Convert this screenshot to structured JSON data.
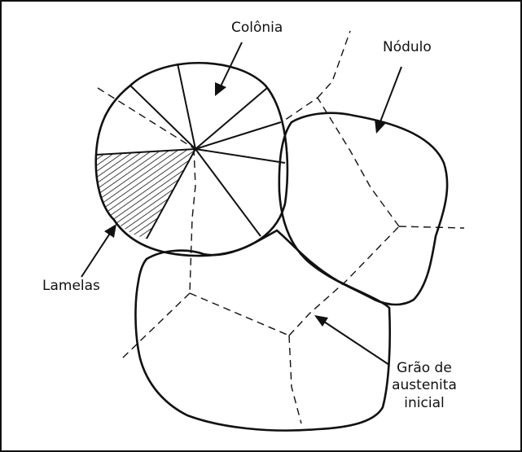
{
  "labels": {
    "colonia": "Colônia",
    "nodulo": "Nódulo",
    "lamelas": "Lamelas",
    "grao": [
      "Grão de",
      "austenita",
      "inicial"
    ]
  },
  "colors": {
    "stroke": "#111111",
    "background": "#ffffff"
  }
}
